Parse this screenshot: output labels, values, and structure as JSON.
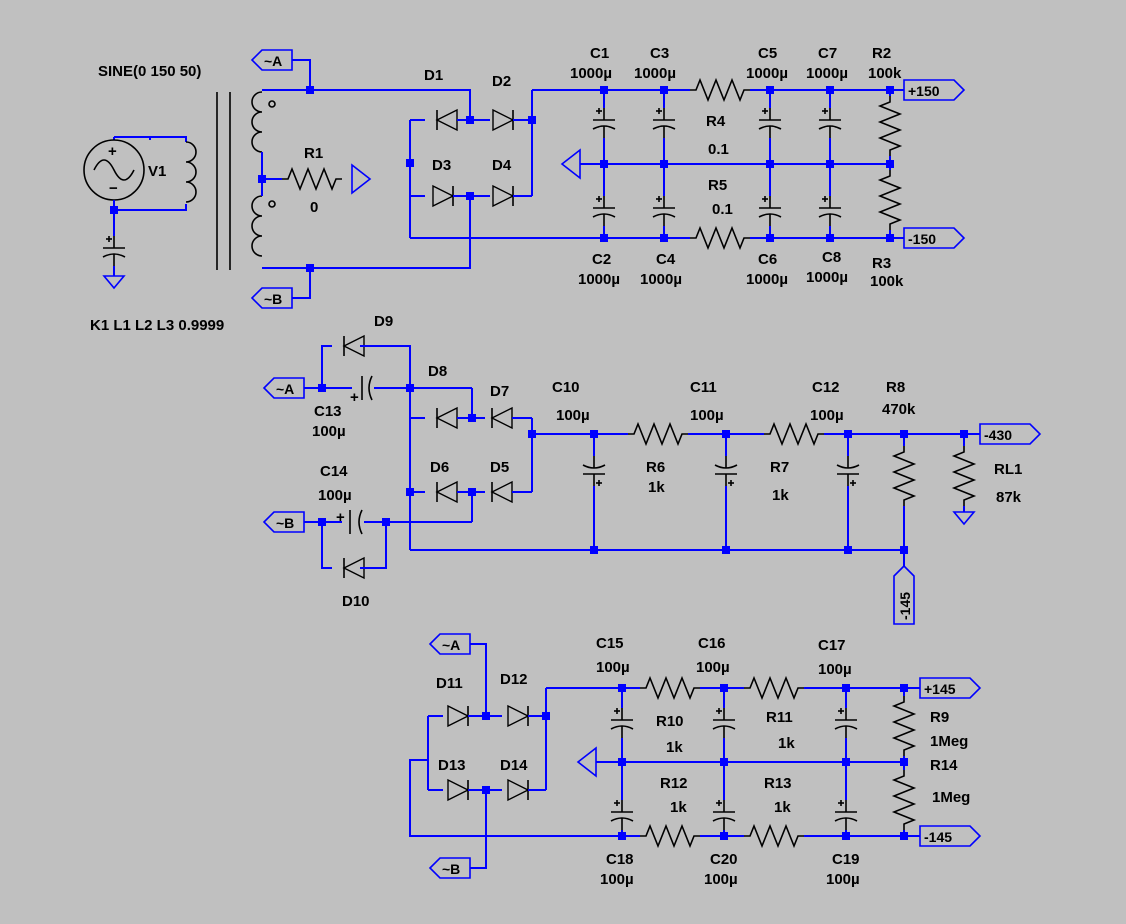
{
  "directives": {
    "source": "SINE(0 150 50)",
    "coupling": "K1 L1 L2 L3 0.9999"
  },
  "labels": {
    "V1": "V1",
    "R1": {
      "name": "R1",
      "value": "0"
    },
    "D1": "D1",
    "D2": "D2",
    "D3": "D3",
    "D4": "D4",
    "C1": {
      "name": "C1",
      "value": "1000µ"
    },
    "C2": {
      "name": "C2",
      "value": "1000µ"
    },
    "C3": {
      "name": "C3",
      "value": "1000µ"
    },
    "C4": {
      "name": "C4",
      "value": "1000µ"
    },
    "C5": {
      "name": "C5",
      "value": "1000µ"
    },
    "C6": {
      "name": "C6",
      "value": "1000µ"
    },
    "C7": {
      "name": "C7",
      "value": "1000µ"
    },
    "C8": {
      "name": "C8",
      "value": "1000µ"
    },
    "R2": {
      "name": "R2",
      "value": "100k"
    },
    "R3": {
      "name": "R3",
      "value": "100k"
    },
    "R4": {
      "name": "R4",
      "value": "0.1"
    },
    "R5": {
      "name": "R5",
      "value": "0.1"
    },
    "D9": "D9",
    "D8": "D8",
    "D7": "D7",
    "D6": "D6",
    "D5": "D5",
    "D10": "D10",
    "C13": {
      "name": "C13",
      "value": "100µ"
    },
    "C14": {
      "name": "C14",
      "value": "100µ"
    },
    "C10": {
      "name": "C10",
      "value": "100µ"
    },
    "C11": {
      "name": "C11",
      "value": "100µ"
    },
    "C12": {
      "name": "C12",
      "value": "100µ"
    },
    "R6": {
      "name": "R6",
      "value": "1k"
    },
    "R7": {
      "name": "R7",
      "value": "1k"
    },
    "R8": {
      "name": "R8",
      "value": "470k"
    },
    "RL1": {
      "name": "RL1",
      "value": "87k"
    },
    "D11": "D11",
    "D12": "D12",
    "D13": "D13",
    "D14": "D14",
    "C15": {
      "name": "C15",
      "value": "100µ"
    },
    "C16": {
      "name": "C16",
      "value": "100µ"
    },
    "C17": {
      "name": "C17",
      "value": "100µ"
    },
    "C18": {
      "name": "C18",
      "value": "100µ"
    },
    "C19": {
      "name": "C19",
      "value": "100µ"
    },
    "C20": {
      "name": "C20",
      "value": "100µ"
    },
    "R9": {
      "name": "R9",
      "value": "1Meg"
    },
    "R14": {
      "name": "R14",
      "value": "1Meg"
    },
    "R10": {
      "name": "R10",
      "value": "1k"
    },
    "R11": {
      "name": "R11",
      "value": "1k"
    },
    "R12": {
      "name": "R12",
      "value": "1k"
    },
    "R13": {
      "name": "R13",
      "value": "1k"
    }
  },
  "flags": {
    "A": "~A",
    "B": "~B",
    "p150": "+150",
    "m150": "-150",
    "m430": "-430",
    "m145v": "-145",
    "p145": "+145",
    "m145": "-145"
  },
  "colors": {
    "wire": "#0000ff",
    "component": "#000000",
    "background": "#c0c0c0"
  }
}
